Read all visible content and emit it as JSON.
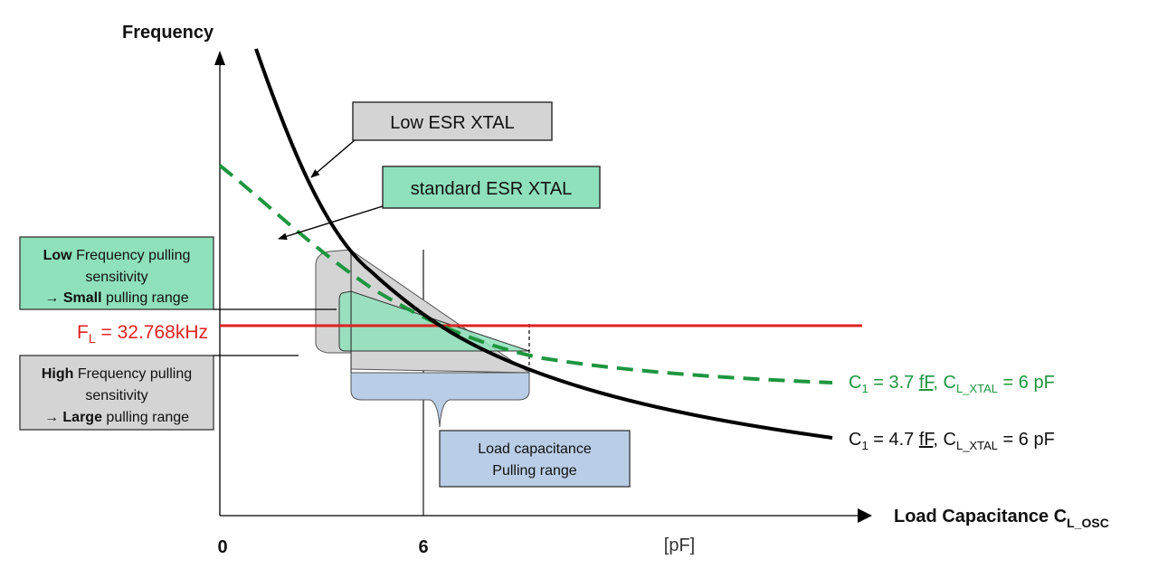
{
  "axes": {
    "y_label": "Frequency",
    "x_label_main": "Load Capacitance C",
    "x_label_sub": "L_OSC",
    "x_origin": "0",
    "x_tick_6": "6",
    "x_unit": "[pF]"
  },
  "reference_line": {
    "label_main": "F",
    "label_sub": "L",
    "label_value": " = 32.768kHz"
  },
  "callouts": {
    "low_esr": "Low ESR XTAL",
    "standard_esr": "standard ESR  XTAL",
    "low_sensitivity": {
      "line1_bold": "Low",
      "line1_rest": " Frequency pulling",
      "line2": "sensitivity",
      "line3_arrow": "→ ",
      "line3_bold": "Small",
      "line3_rest": " pulling range"
    },
    "high_sensitivity": {
      "line1_bold": "High",
      "line1_rest": " Frequency pulling",
      "line2": "sensitivity",
      "line3_arrow": "→ ",
      "line3_bold": "Large",
      "line3_rest": " pulling range"
    },
    "load_capacitance": {
      "line1": "Load capacitance",
      "line2": "Pulling range"
    }
  },
  "curve_labels": {
    "standard": {
      "c": "C",
      "c_sub": "1",
      "value1": " = 3.7 ",
      "ff": "fF",
      "comma": ",  ",
      "cl": "C",
      "cl_sub": "L_XTAL",
      "value2": " = 6 pF"
    },
    "low": {
      "c": "C",
      "c_sub": "1",
      "value1": " = 4.7 ",
      "ff": "fF",
      "comma": ",  ",
      "cl": "C",
      "cl_sub": "L_XTAL",
      "value2": " = 6 pF"
    }
  },
  "colors": {
    "red_line": "#dd2222",
    "green_curve": "#1e9640",
    "green_fill": "#8fe0bc",
    "grey_fill": "#d4d4d4",
    "blue_fill": "#b9cde6",
    "axis": "#000000"
  }
}
